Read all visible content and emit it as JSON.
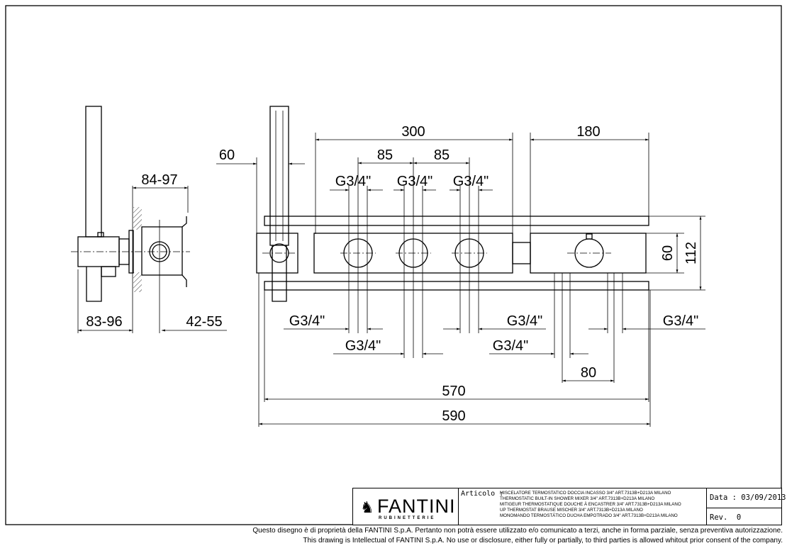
{
  "dimensions": {
    "side_view": {
      "top": "84-97",
      "bottom_left": "83-96",
      "bottom_right": "42-55"
    },
    "front_view": {
      "d300": "300",
      "d180": "180",
      "d85_a": "85",
      "d85_b": "85",
      "d60_left": "60",
      "top_threads": [
        "G3/4\"",
        "G3/4\"",
        "G3/4\""
      ],
      "d60_height": "60",
      "d112_height": "112",
      "bottom_threads": [
        "G3/4\"",
        "G3/4\"",
        "G3/4\"",
        "G3/4\"",
        "G3/4\""
      ],
      "d80": "80",
      "d570": "570",
      "d590": "590"
    }
  },
  "title_block": {
    "brand": "FANTINI",
    "brand_sub": "RUBINETTERIE",
    "article_label": "Articolo :",
    "article_lines": [
      "MISCELATORE TERMOSTATICO DOCCIA INCASSO 3/4\" ART.7313B+D213A MILANO",
      "THERMOSTATIC BUILT-IN SHOWER MIXER 3/4\" ART.7313B+D213A MILANO",
      "MITIGEUR THERMOSTATIQUE DOUCHE À ENCASTRER 3/4\" ART.7313B+D213A MILANO",
      "UP THERMOSTAT BRAUSE MISCHER 3/4\" ART.7313B+D213A MILANO",
      "MONOMANDO TERMOSTÁTICO DUCHA EMPOTRADO 3/4\" ART.7313B+D213A MILANO"
    ],
    "date": "Data : 03/09/2013",
    "revision": "Rev.  0"
  },
  "disclaimer": [
    "Questo disegno è di proprietà della FANTINI S.p.A. Pertanto non potrà essere utilizzato e/o comunicato a terzi, anche in forma parziale, senza preventiva autorizzazione.",
    "This drawing is Intellectual of FANTINI S.p.A. No use or disclosure, either fully or partially, to third parties is allowed whitout prior consent of the company."
  ]
}
